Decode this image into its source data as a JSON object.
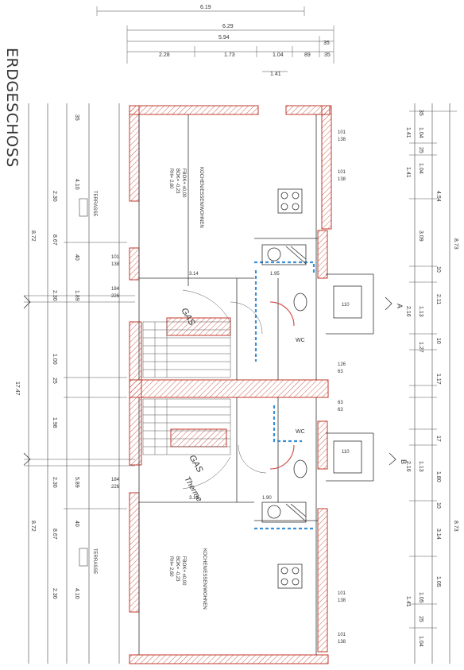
{
  "plan": {
    "title": "ERDGESCHOSS",
    "top_dims": [
      "6.19",
      "6.29",
      "5.94",
      "2.28",
      "1.73",
      "1.04",
      "89",
      "35",
      "1.41"
    ],
    "left_dims": [
      "35",
      "4.10",
      "2.30",
      "8.67",
      "40",
      "1.89",
      "2.30",
      "8.72",
      "1.00",
      "17.47",
      "25",
      "1.98",
      "5.89",
      "2.30",
      "40",
      "8.67",
      "8.72",
      "4.10",
      "2.30"
    ],
    "right_dims": [
      "35",
      "1.04",
      "25",
      "1.04",
      "1.41",
      "1.41",
      "4.54",
      "3.09",
      "8.73",
      "10",
      "2.11",
      "1.13",
      "2.16",
      "10",
      "1.27",
      "1.17",
      "1.13",
      "2.16",
      "17",
      "1.80",
      "10",
      "3.14",
      "8.73",
      "1.05",
      "1.05",
      "1.41",
      "25",
      "1.04"
    ],
    "window_labels": [
      "101",
      "138",
      "101",
      "138",
      "101",
      "138",
      "101",
      "138",
      "184",
      "226",
      "184",
      "226",
      "126",
      "63",
      "63",
      "63",
      "110",
      "110",
      "101",
      "138"
    ],
    "room_upper_name": "KOCHEN/ESSEN/WOHNEN",
    "room_upper_lines": [
      "FBOK+ ±0,00",
      "BOK= -0,23",
      "RH= 2,60"
    ],
    "room_lower_name": "KOCHEN/ESSEN/WOHNEN",
    "room_lower_lines": [
      "FBOK+ ±0,00",
      "BOK= -0,23",
      "RH= 2,60"
    ],
    "terrace_upper": "TERRASSE",
    "terrace_lower": "TERRASSE",
    "hw_upper": "GAS",
    "hw_lower": "GAS",
    "therme_label": "Therme",
    "section_a": "A",
    "section_b": "B",
    "stair_dims": [
      "3.14",
      "3.19",
      "1.95",
      "1.90"
    ],
    "wc_upper": "WC",
    "wc_lower": "WC"
  }
}
